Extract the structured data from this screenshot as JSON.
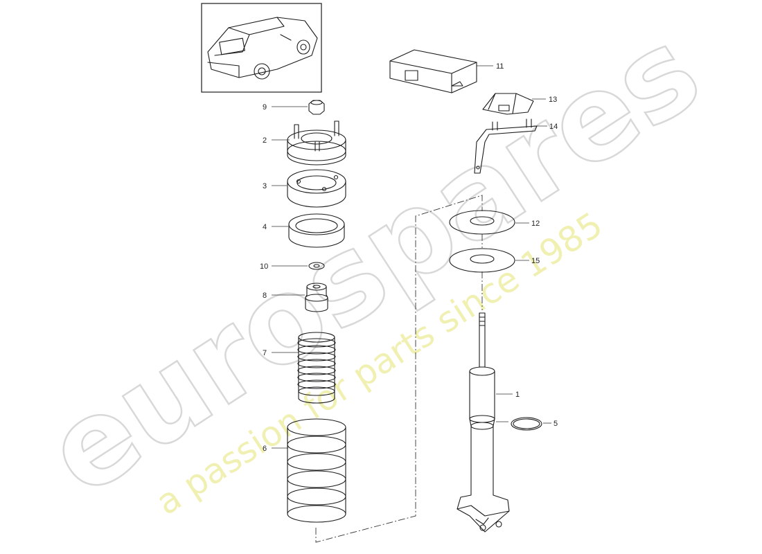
{
  "watermark": {
    "brand": "eurospares",
    "slogan": "a passion for parts since 1985"
  },
  "thumbnail": {
    "subject": "car-rear-view"
  },
  "callouts": [
    "1",
    "2",
    "3",
    "4",
    "5",
    "6",
    "7",
    "8",
    "9",
    "10",
    "11",
    "12",
    "13",
    "14",
    "15"
  ]
}
